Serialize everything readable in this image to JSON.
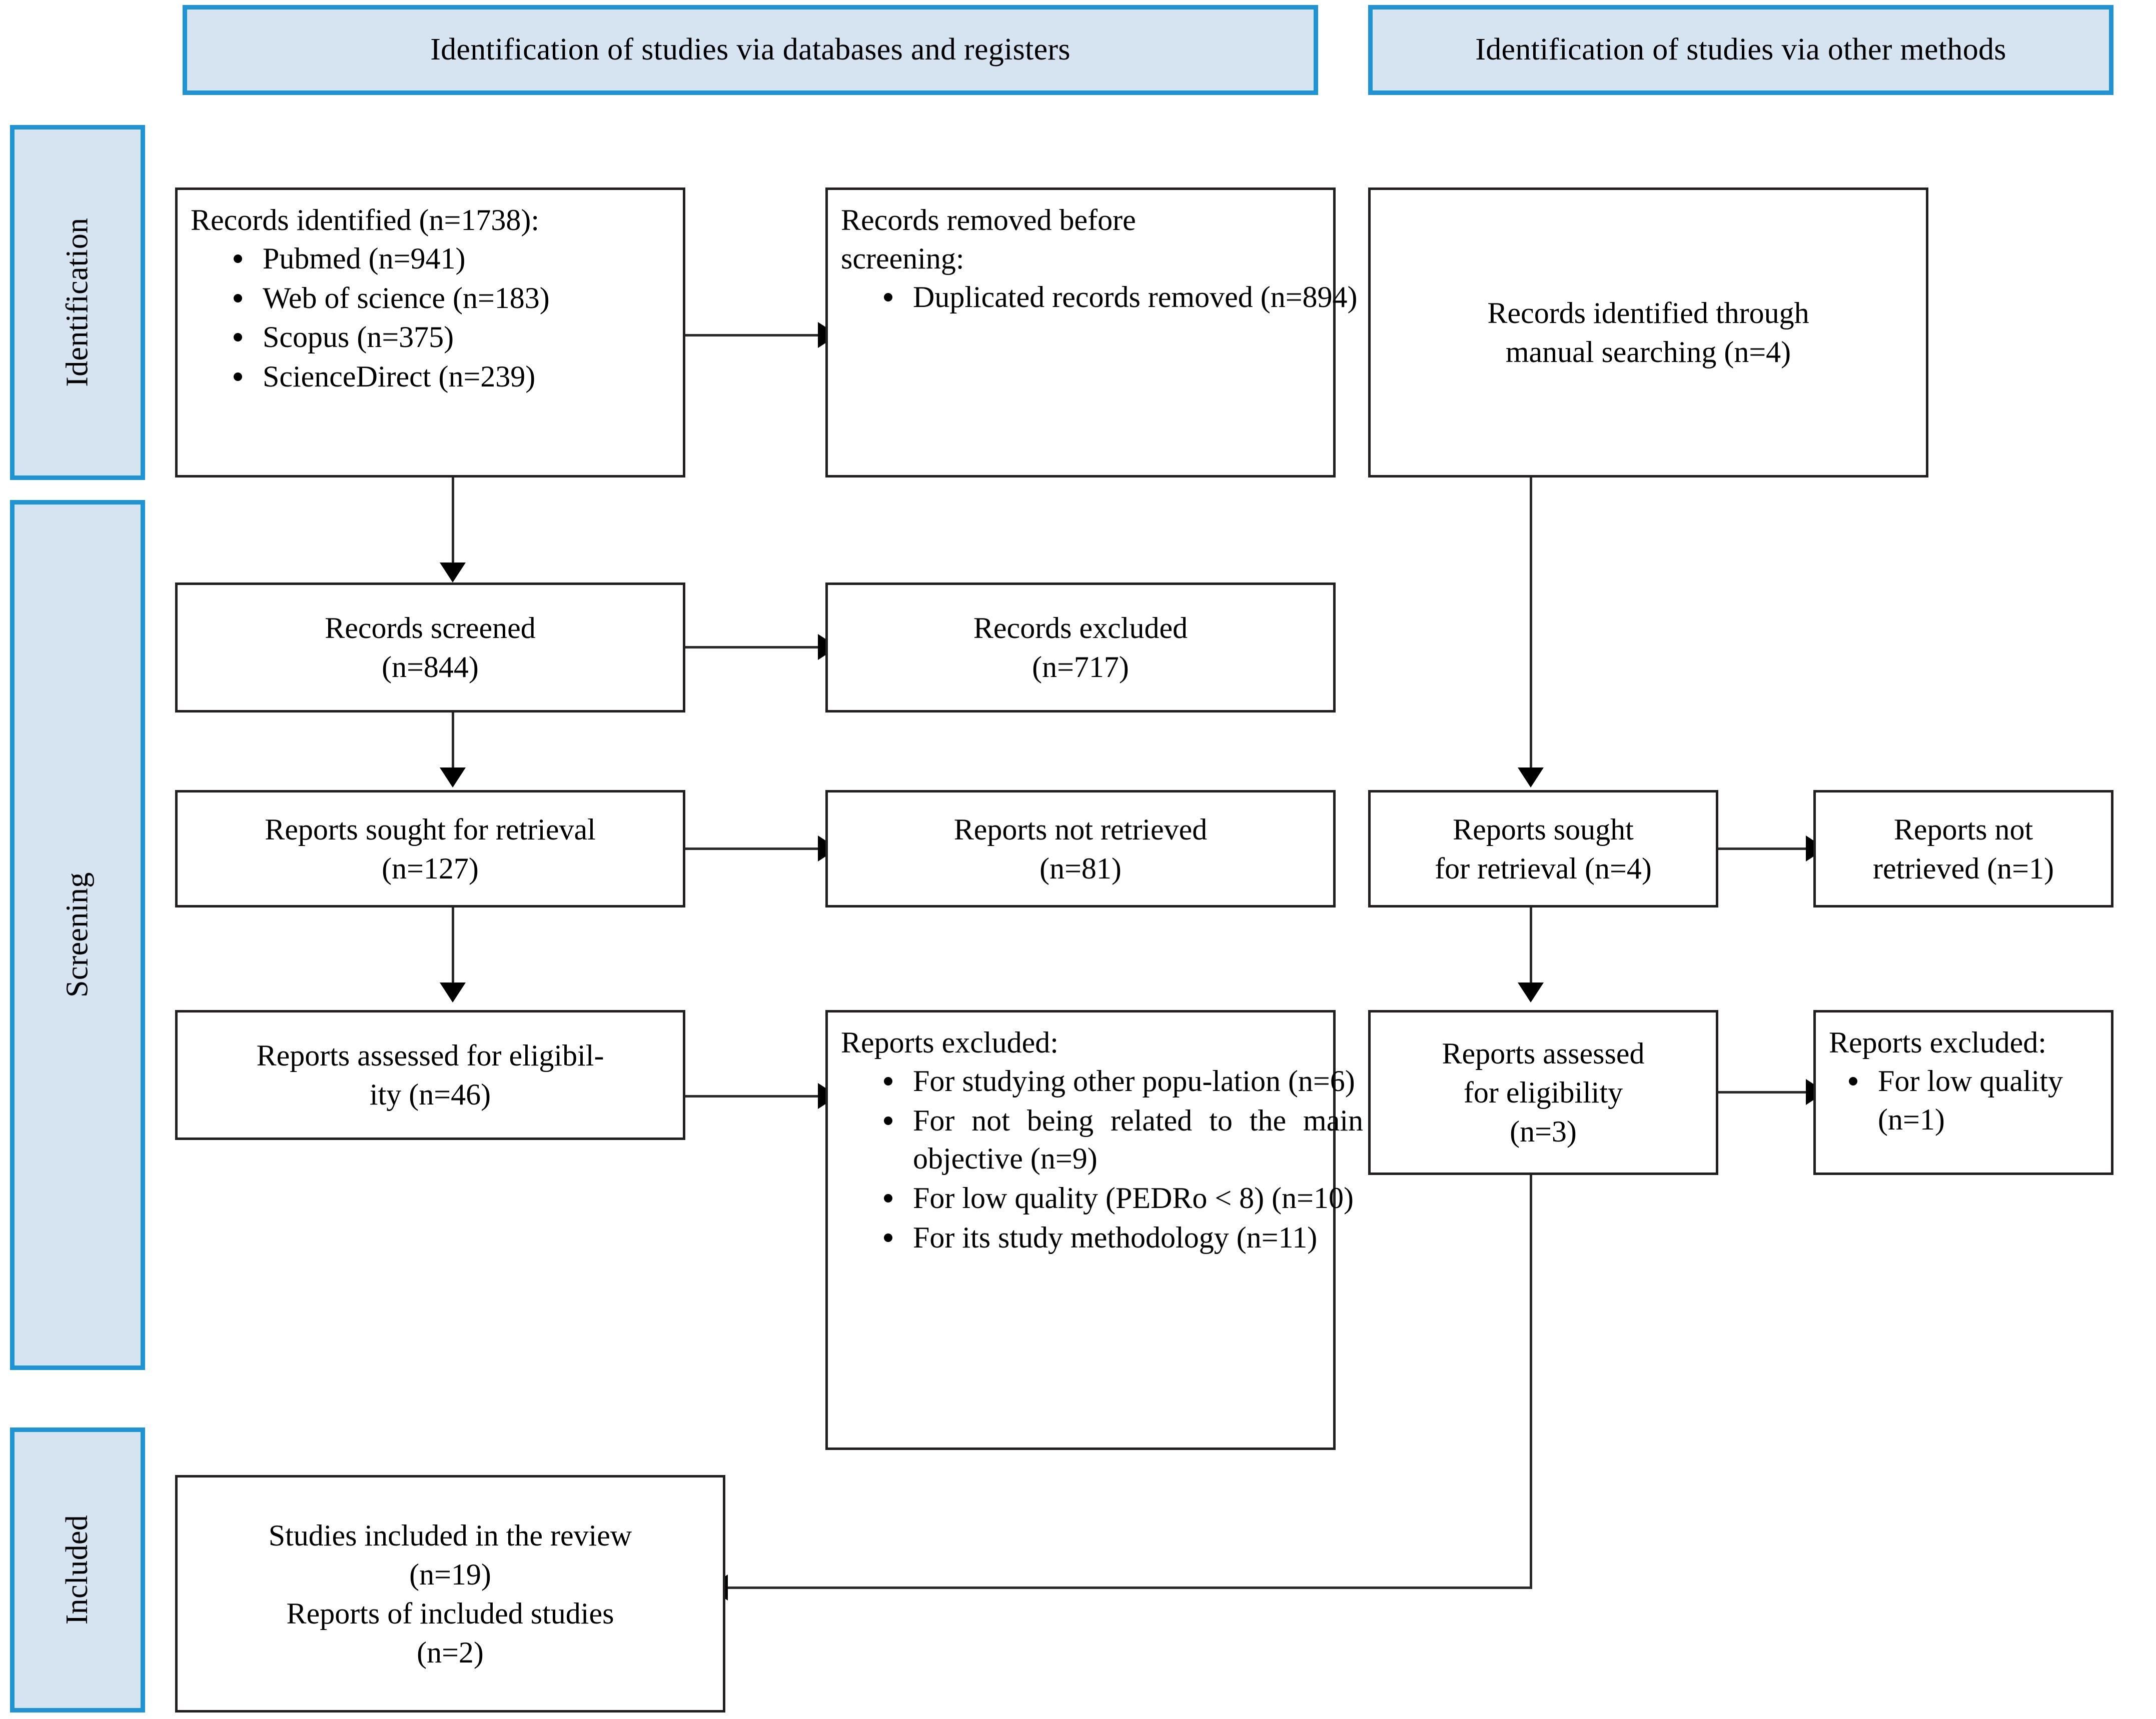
{
  "diagram": {
    "type": "prisma-flow-diagram",
    "accent_color": "#1f94d4",
    "banner_fill": "#d6e3f0",
    "box_border_color": "#231f20",
    "connector_color": "#2b2b2b"
  },
  "banners": {
    "databases": "Identification of studies via databases and registers",
    "other_methods": "Identification of studies via other methods"
  },
  "stage_labels": {
    "identification": "Identification",
    "screening": "Screening",
    "included": "Included"
  },
  "boxes": {
    "records_identified": {
      "headline": "Records identified (n=1738):",
      "items": [
        "Pubmed (n=941)",
        "Web of science (n=183)",
        "Scopus (n=375)",
        "ScienceDirect (n=239)"
      ]
    },
    "records_removed": {
      "headline_line1": "Records removed before",
      "headline_line2": "screening:",
      "items": [
        "Duplicated records removed (n=894)"
      ]
    },
    "manual_searching": {
      "line1": "Records identified through",
      "line2": "manual searching (n=4)"
    },
    "records_screened": {
      "line1": "Records screened",
      "line2": "(n=844)"
    },
    "records_excluded": {
      "line1": "Records excluded",
      "line2": "(n=717)"
    },
    "reports_sought": {
      "line1": "Reports sought for retrieval",
      "line2": "(n=127)"
    },
    "reports_not_retrieved": {
      "line1": "Reports not retrieved",
      "line2": "(n=81)"
    },
    "reports_sought_other": {
      "line1": "Reports sought",
      "line2": "for retrieval (n=4)"
    },
    "reports_not_retrieved_other": {
      "line1": "Reports not",
      "line2": "retrieved (n=1)"
    },
    "reports_assessed": {
      "line1": "Reports assessed for eligibil-",
      "line2": "ity (n=46)"
    },
    "reports_excluded": {
      "headline": "Reports excluded:",
      "items": [
        "For studying other popu-lation (n=6)",
        "For not being related to the main objective (n=9)",
        "For low quality (PEDRo < 8) (n=10)",
        "For its study methodology (n=11)"
      ]
    },
    "reports_assessed_other": {
      "line1": "Reports assessed",
      "line2": "for eligibility",
      "line3": "(n=3)"
    },
    "reports_excluded_other": {
      "headline": "Reports excluded:",
      "items": [
        "For low quality (n=1)"
      ]
    },
    "studies_included": {
      "line1": "Studies included in the review",
      "line2": "(n=19)",
      "line3": "Reports of included studies",
      "line4": "(n=2)"
    }
  }
}
